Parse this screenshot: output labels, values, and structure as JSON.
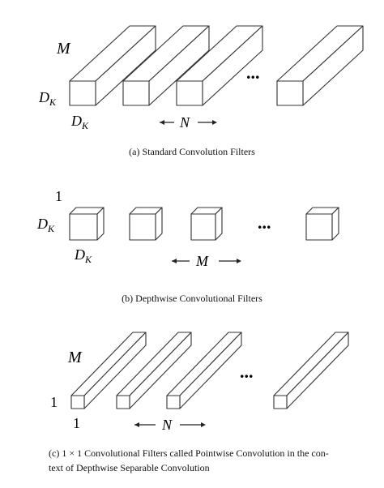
{
  "panels": {
    "a": {
      "depth_label": "M",
      "height_label": "D",
      "height_sub": "K",
      "width_label": "D",
      "width_sub": "K",
      "count_label": "N",
      "ellipsis": "...",
      "caption": "(a) Standard Convolution Filters"
    },
    "b": {
      "depth_label": "1",
      "height_label": "D",
      "height_sub": "K",
      "width_label": "D",
      "width_sub": "K",
      "count_label": "M",
      "ellipsis": "...",
      "caption": "(b) Depthwise Convolutional Filters"
    },
    "c": {
      "depth_label": "M",
      "height_label": "1",
      "width_label": "1",
      "count_label": "N",
      "ellipsis": "...",
      "caption_line1": "(c) 1 × 1 Convolutional Filters called Pointwise Convolution in the con-",
      "caption_line2": "text of Depthwise Separable Convolution"
    }
  },
  "colors": {
    "stroke": "#333333",
    "fill": "#ffffff",
    "text": "#111111"
  }
}
